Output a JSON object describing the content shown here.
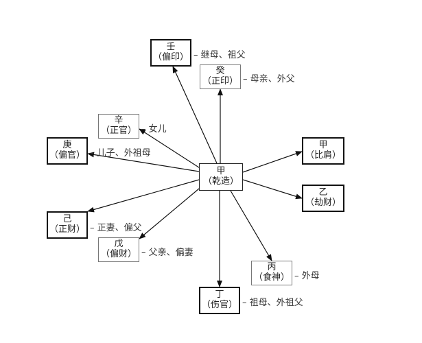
{
  "center": {
    "stem": "甲",
    "role": "（乾造）"
  },
  "nodes": [
    {
      "id": "ren",
      "stem": "壬",
      "role": "（偏印）",
      "relation": "– 继母、祖父"
    },
    {
      "id": "gui",
      "stem": "癸",
      "role": "（正印）",
      "relation": "– 母亲、外父"
    },
    {
      "id": "xin",
      "stem": "辛",
      "role": "（正官）",
      "relation": "– 女儿"
    },
    {
      "id": "geng",
      "stem": "庚",
      "role": "（偏官）",
      "relation": "– 儿子、外祖母"
    },
    {
      "id": "jia",
      "stem": "甲",
      "role": "（比肩）",
      "relation": ""
    },
    {
      "id": "yi",
      "stem": "乙",
      "role": "（劫财）",
      "relation": ""
    },
    {
      "id": "ji",
      "stem": "己",
      "role": "（正财）",
      "relation": "– 正妻、偏父"
    },
    {
      "id": "wu",
      "stem": "戊",
      "role": "（偏财）",
      "relation": "– 父亲、偏妻"
    },
    {
      "id": "bing",
      "stem": "丙",
      "role": "（食神）",
      "relation": "– 外母"
    },
    {
      "id": "ding",
      "stem": "丁",
      "role": "（伤官）",
      "relation": "– 祖母、外祖父"
    }
  ]
}
